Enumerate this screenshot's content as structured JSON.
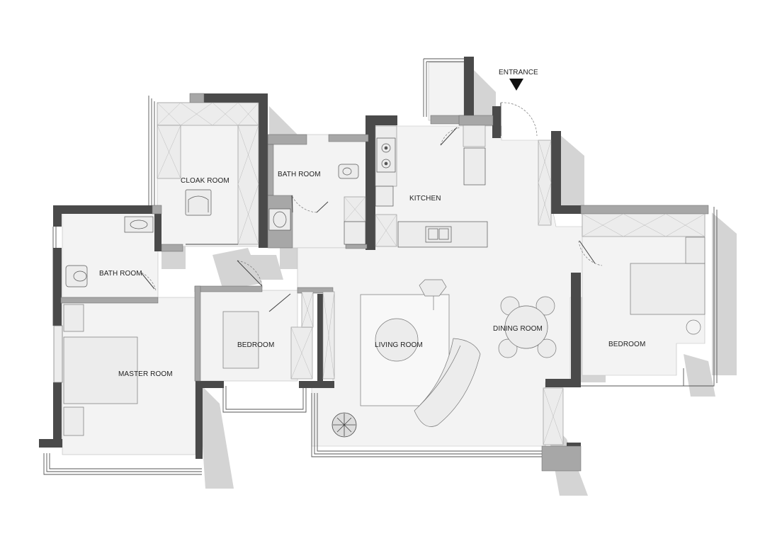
{
  "colors": {
    "background": "#ffffff",
    "floor": "#f3f3f3",
    "wall": "#4a4a4a",
    "wall_light": "#9a9a9a",
    "shadow": "#d2d2d2",
    "line": "#444444",
    "furniture": "#ececec"
  },
  "labels": {
    "entrance": "ENTRANCE",
    "cloak_room": "CLOAK ROOM",
    "bath_room_upper": "BATH ROOM",
    "bath_room_left": "BATH ROOM",
    "kitchen": "KITCHEN",
    "master_room": "MASTER ROOM",
    "bedroom_middle": "BEDROOM",
    "living_room": "LIVING ROOM",
    "dining_room": "DINING ROOM",
    "bedroom_right": "BEDROOM"
  },
  "icons": {
    "entrance_marker": "triangle-down-icon",
    "stove": "stove-burner-icon",
    "sink": "sink-icon",
    "toilet": "toilet-icon",
    "plant": "plant-icon"
  }
}
